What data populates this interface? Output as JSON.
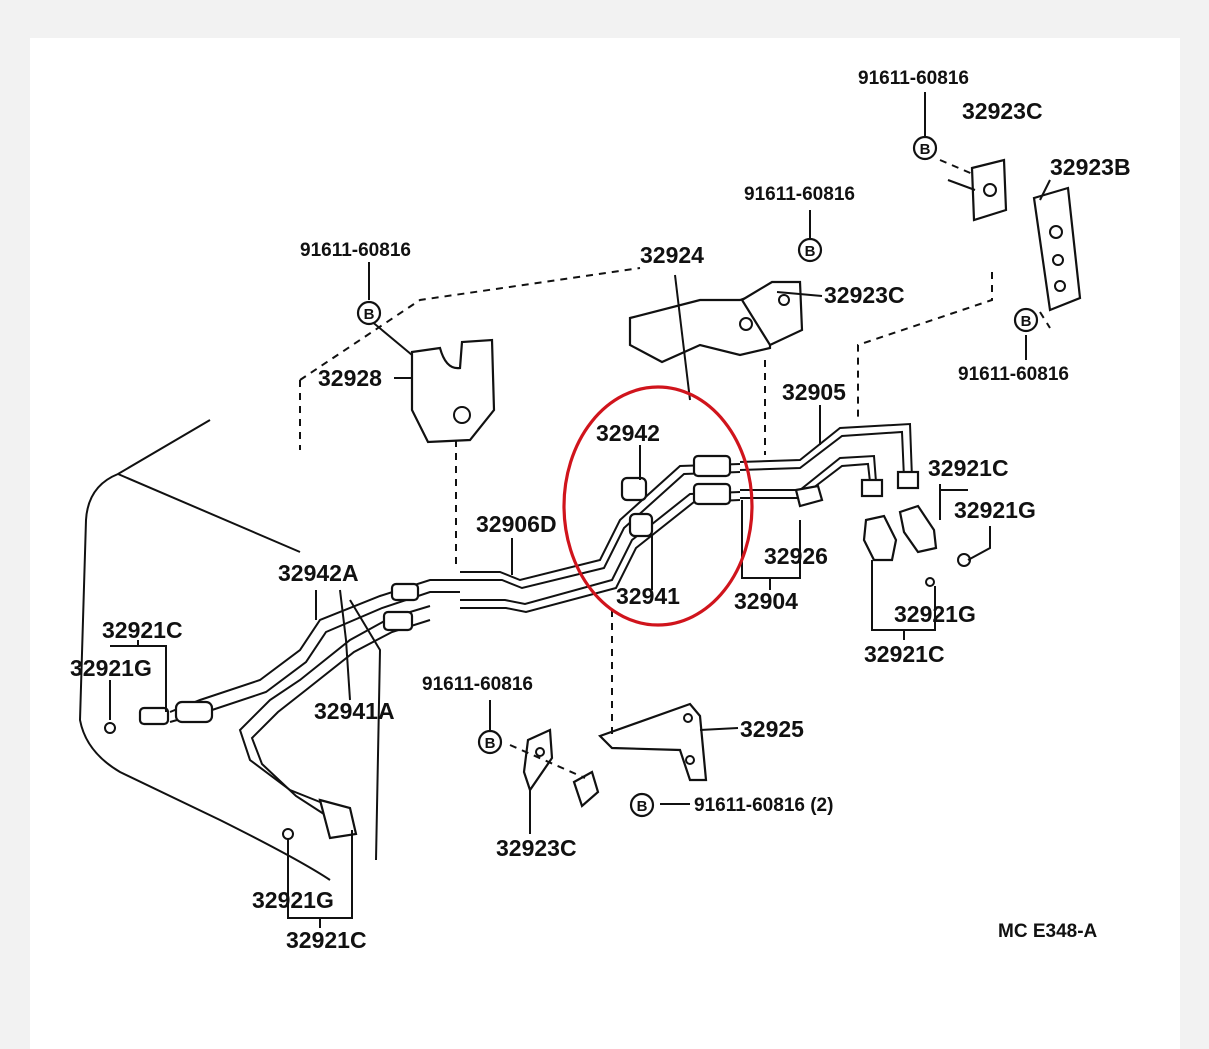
{
  "diagram_code": "MC  E348-A",
  "highlight_color": "#d0141c",
  "bolt_symbol": "B",
  "labels": {
    "bolt_top_right": "91611-60816",
    "bracket_top_right": "32923C",
    "bracket_right": "32923B",
    "bolt_mid": "91611-60816",
    "bracket_mid": "32924",
    "clamp_mid": "32923C",
    "bolt_left": "91611-60816",
    "bracket_left": "32928",
    "pipe_main": "32905",
    "bolt_right_lower": "91611-60816",
    "hose_upper": "32942",
    "union_upper": "32921C",
    "gasket_upper": "32921G",
    "pipe_mid": "32906D",
    "clip": "32926",
    "hose_lower": "32941",
    "pipe_lower": "32904",
    "gasket_lower": "32921G",
    "union_lower": "32921C",
    "hose_left_upper": "32942A",
    "union_left": "32921C",
    "gasket_left": "32921G",
    "hose_left_lower": "32941A",
    "bolt_bottom": "91611-60816",
    "bracket_bottom": "32925",
    "bolt_bottom_pair": "91611-60816 (2)",
    "clamp_bottom": "32923C",
    "gasket_bottom": "32921G",
    "union_bottom": "32921C"
  }
}
